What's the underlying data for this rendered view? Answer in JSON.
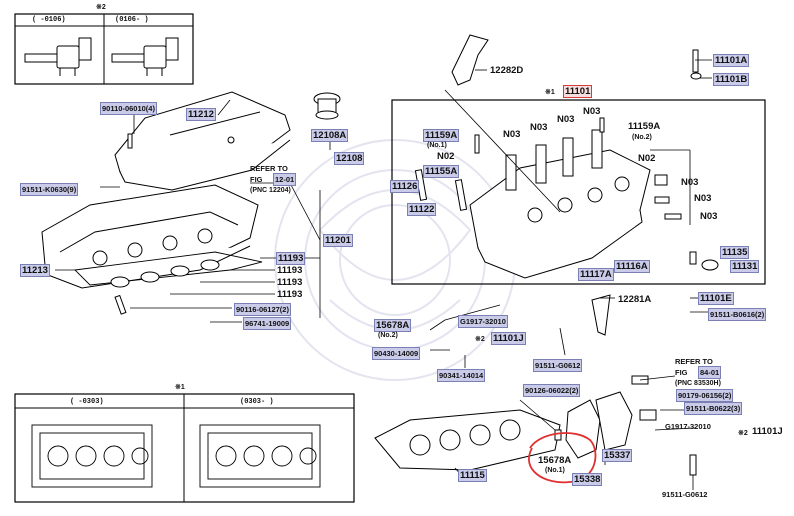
{
  "diagram": {
    "top_box": {
      "note": "※2",
      "col1": "(     -0106)",
      "col2": "(0106-     )"
    },
    "bottom_box": {
      "note": "※1",
      "col1": "(     -0303)",
      "col2": "(0303-     )"
    },
    "labels": {
      "p90110": "90110-06010(4)",
      "p11212": "11212",
      "p12108A": "12108A",
      "p12108": "12108",
      "refer1_a": "REFER TO",
      "refer1_b": "FIG",
      "refer1_fig": "12-01",
      "refer1_pnc": "(PNC 12204)",
      "p91511k": "91511-K0630(9)",
      "p11201": "11201",
      "p11213": "11213",
      "p11193_1": "11193",
      "p11193_2": "11193",
      "p11193_3": "11193",
      "p11193_4": "11193",
      "p90116": "90116-06127(2)",
      "p96741": "96741-19009",
      "p12282D": "12282D",
      "note1": "※1",
      "p11101": "11101",
      "p11101A": "11101A",
      "p11101B": "11101B",
      "p11159A_1": "11159A",
      "no1": "(No.1)",
      "p11159A_2": "11159A",
      "no2": "(No.2)",
      "n03_1": "N03",
      "n03_2": "N03",
      "n03_3": "N03",
      "n03_4": "N03",
      "n02_1": "N02",
      "n02_2": "N02",
      "p11155A": "11155A",
      "p11126": "11126",
      "p11122": "11122",
      "n03_5": "N03",
      "n03_6": "N03",
      "n03_7": "N03",
      "p11135": "11135",
      "p11131": "11131",
      "p11116A": "11116A",
      "p11117A": "11117A",
      "p12281A": "12281A",
      "p11101E": "11101E",
      "p91511b": "91511-B0616(2)",
      "p15678A_top": "15678A",
      "no2b": "(No.2)",
      "pG1917_1": "G1917-32010",
      "p11101J_1": "11101J",
      "note2a": "※2",
      "p90430": "90430-14009",
      "p90341": "90341-14014",
      "p91511g_1": "91511-G0612",
      "refer2_a": "REFER TO",
      "refer2_b": "FIG",
      "refer2_fig": "84-01",
      "refer2_pnc": "(PNC 83530H)",
      "p90126": "90126-06022(2)",
      "p90179": "90179-06156(2)",
      "p91511b2": "91511-B0622(3)",
      "pG1917_2": "G1917-32010",
      "note2b": "※2",
      "p11101J_2": "11101J",
      "p15678A_bot": "15678A",
      "no1b": "(No.1)",
      "p15338": "15338",
      "p15337": "15337",
      "p11115": "11115",
      "p91511g_2": "91511-G0612"
    }
  },
  "colors": {
    "highlight": "#c9cbe8",
    "highlight_border": "#7a7fb4",
    "circle": "#e03030",
    "line": "#000000"
  }
}
